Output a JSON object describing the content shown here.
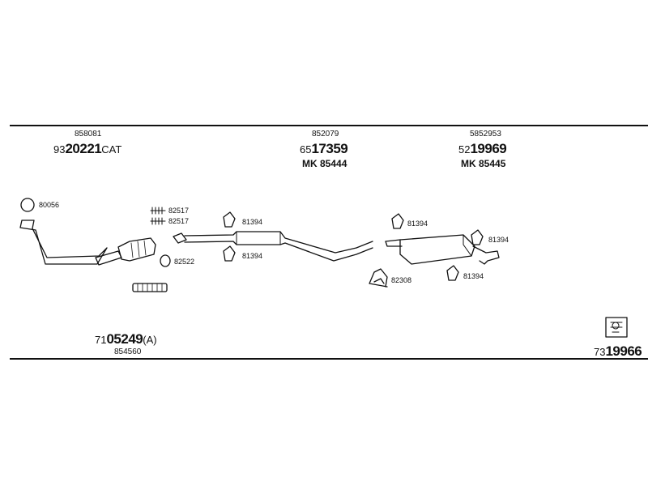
{
  "header": {
    "group1": {
      "ref": "858081",
      "prefix": "93",
      "number": "20221",
      "suffix": "CAT"
    },
    "group2": {
      "ref": "852079",
      "prefix": "65",
      "number": "17359",
      "mk": "MK  85444"
    },
    "group3": {
      "ref": "5852953",
      "prefix": "52",
      "number": "19969",
      "mk": "MK  85445"
    }
  },
  "parts": {
    "p80056": "80056",
    "p82517a": "82517",
    "p82517b": "82517",
    "p82522": "82522",
    "p81394a": "81394",
    "p81394b": "81394",
    "p81394c": "81394",
    "p81394d": "81394",
    "p81394e": "81394",
    "p82308": "82308"
  },
  "footer": {
    "left": {
      "prefix": "71",
      "number": "05249",
      "suffix": "(A)",
      "ref": "854560"
    },
    "right": {
      "prefix": "73",
      "number": "19966"
    }
  }
}
